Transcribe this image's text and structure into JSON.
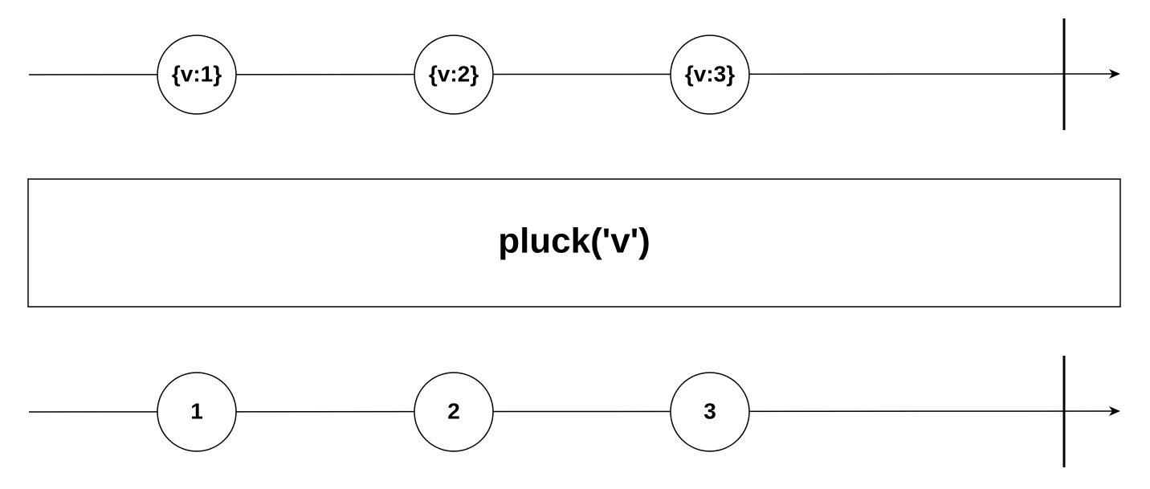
{
  "input_stream": {
    "events": [
      {
        "label": "{v:1}"
      },
      {
        "label": "{v:2}"
      },
      {
        "label": "{v:3}"
      }
    ]
  },
  "operator": {
    "label": "pluck('v')"
  },
  "output_stream": {
    "events": [
      {
        "label": "1"
      },
      {
        "label": "2"
      },
      {
        "label": "3"
      }
    ]
  },
  "colors": {
    "stroke": "#000000",
    "fill": "#ffffff",
    "text": "#000000"
  }
}
